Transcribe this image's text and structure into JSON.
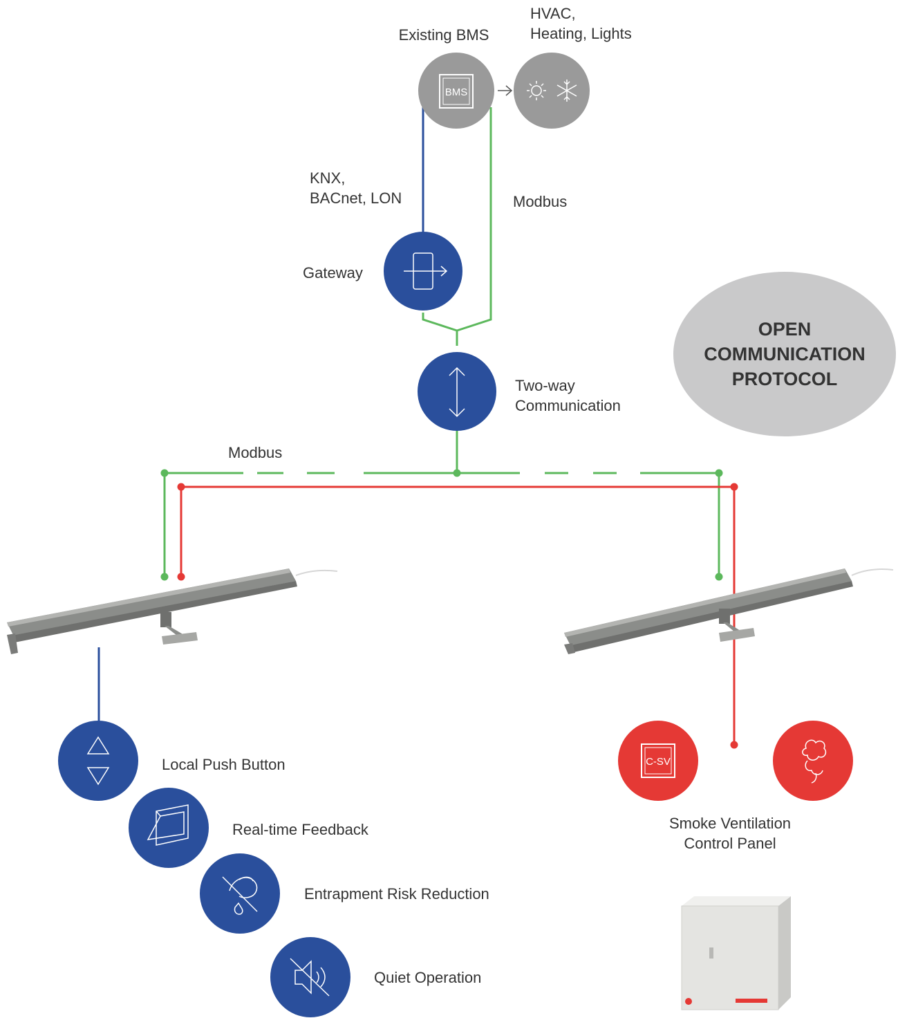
{
  "bms": {
    "label": "Existing BMS",
    "icon_text": "BMS"
  },
  "hvac": {
    "label_line1": "HVAC,",
    "label_line2": "Heating, Lights"
  },
  "protocols": {
    "line1": "KNX,",
    "line2": "BACnet, LON"
  },
  "modbus_upper": "Modbus",
  "gateway": {
    "label": "Gateway"
  },
  "two_way": {
    "line1": "Two-way",
    "line2": "Communication"
  },
  "modbus_lower": "Modbus",
  "badge": {
    "line1": "OPEN",
    "line2": "COMMUNICATION",
    "line3": "PROTOCOL"
  },
  "features": [
    {
      "label": "Local Push Button",
      "icon": "up-down-arrows-icon"
    },
    {
      "label": "Real-time Feedback",
      "icon": "window-icon"
    },
    {
      "label": "Entrapment Risk Reduction",
      "icon": "hand-crossed-icon"
    },
    {
      "label": "Quiet Operation",
      "icon": "speaker-muted-icon"
    }
  ],
  "csv_icon_text": "C-SV",
  "smoke_panel": {
    "line1": "Smoke Ventilation",
    "line2": "Control Panel"
  },
  "colors": {
    "blue": "#2a4f9c",
    "green": "#5cb85c",
    "red": "#e53935",
    "grey_node": "#9a9a9a",
    "badge": "#c9c9ca"
  }
}
